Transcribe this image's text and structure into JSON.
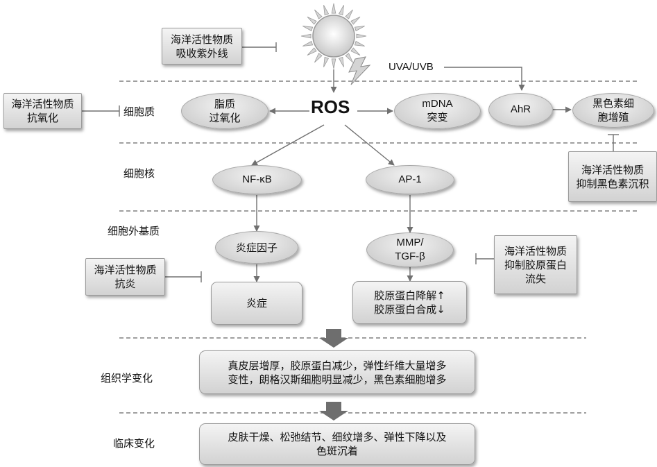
{
  "inhibitors": {
    "uv_absorb": [
      "海洋活性物质",
      "吸收紫外线"
    ],
    "antioxidant": [
      "海洋活性物质",
      "抗氧化"
    ],
    "melanin": [
      "海洋活性物质",
      "抑制黑色素沉积"
    ],
    "anti_inflammatory": [
      "海洋活性物质",
      "抗炎"
    ],
    "collagen": [
      "海洋活性物质",
      "抑制胶原蛋白",
      "流失"
    ]
  },
  "uv_label": "UVA/UVB",
  "ros_label": "ROS",
  "layers": {
    "cytoplasm": "细胞质",
    "nucleus": "细胞核",
    "ecm": "细胞外基质",
    "histology": "组织学变化",
    "clinical": "临床变化"
  },
  "nodes": {
    "lipid": [
      "脂质",
      "过氧化"
    ],
    "mdna": [
      "mDNA",
      "突变"
    ],
    "ahr": "AhR",
    "melanocyte": [
      "黑色素细",
      "胞增殖"
    ],
    "nfkb": "NF-κB",
    "ap1": "AP-1",
    "cytokines": "炎症因子",
    "mmp": [
      "MMP/",
      "TGF-β"
    ],
    "inflammation": "炎症",
    "collagen_change": [
      "胶原蛋白降解↑",
      "胶原蛋白合成↓"
    ]
  },
  "histology_text": [
    "真皮层增厚，胶原蛋白减少，弹性纤维大量增多",
    "变性，朗格汉斯细胞明显减少，黑色素细胞增多"
  ],
  "clinical_text": [
    "皮肤干燥、松弛结节、细纹增多、弹性下降以及",
    "色斑沉着"
  ],
  "colors": {
    "box_light": "#f4f4f4",
    "box_dark": "#d2d2d2",
    "line": "#777777",
    "sun_core": "#e6e6e6",
    "big_arrow": "#6e6e6e"
  }
}
